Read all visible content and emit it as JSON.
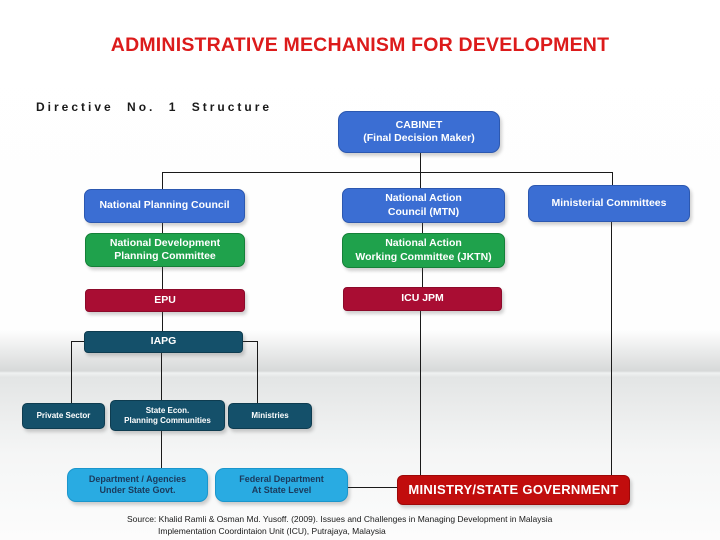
{
  "slide": {
    "title": "ADMINISTRATIVE MECHANISM FOR DEVELOPMENT",
    "subtitle": "Directive No. 1 Structure",
    "source_line1": "Source: Khalid Ramli & Osman Md. Yusoff. (2009). Issues and Challenges in Managing Development in Malaysia",
    "source_line2": "Implementation Coordintaion Unit (ICU), Putrajaya, Malaysia"
  },
  "colors": {
    "title_red": "#dc1b1b",
    "node_blue": "#3b6ed3",
    "node_green": "#1fa24c",
    "node_crimson": "#a90d33",
    "node_teal": "#14506a",
    "node_cyan": "#29abe2",
    "node_red": "#c10d0d",
    "connector": "#1a1a1a",
    "cyan_text": "#1b3a5c"
  },
  "nodes": {
    "cabinet": {
      "lines": [
        "CABINET",
        "(Final Decision Maker)"
      ]
    },
    "npc": {
      "lines": [
        "National Planning Council"
      ]
    },
    "nac": {
      "lines": [
        "National Action",
        "Council (MTN)"
      ]
    },
    "ministerial": {
      "lines": [
        "Ministerial Committees"
      ]
    },
    "ndpc": {
      "lines": [
        "National Development",
        "Planning Committee"
      ]
    },
    "jktn": {
      "lines": [
        "National Action",
        "Working Committee (JKTN)"
      ]
    },
    "epu": {
      "lines": [
        "EPU"
      ]
    },
    "icu": {
      "lines": [
        "ICU JPM"
      ]
    },
    "iapg": {
      "lines": [
        "IAPG"
      ]
    },
    "private_sector": {
      "lines": [
        "Private Sector"
      ]
    },
    "state_econ": {
      "lines": [
        "State Econ.",
        "Planning Communities"
      ]
    },
    "ministries": {
      "lines": [
        "Ministries"
      ]
    },
    "dept_agencies": {
      "lines": [
        "Department / Agencies",
        "Under State Govt."
      ]
    },
    "federal_dept": {
      "lines": [
        "Federal Department",
        "At State Level"
      ]
    },
    "ministry_state": {
      "lines": [
        "MINISTRY/STATE GOVERNMENT"
      ]
    }
  }
}
